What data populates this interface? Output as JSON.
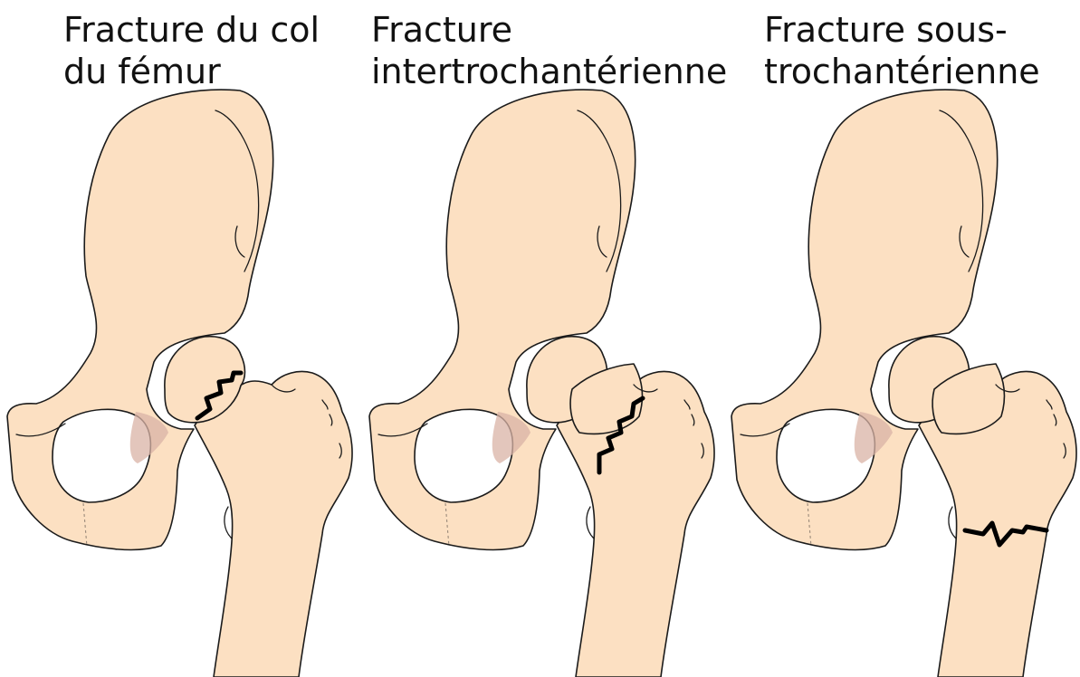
{
  "captions": [
    {
      "line1": "Fracture du col",
      "line2": "du fémur"
    },
    {
      "line1": "Fracture",
      "line2": "intertrochantérienne"
    },
    {
      "line1": "Fracture sous-",
      "line2": "trochantérienne"
    }
  ],
  "colors": {
    "bone_fill": "#fce0c2",
    "outline": "#1b1b1b",
    "shade": "#d9b3a6",
    "fracture": "#000000",
    "text": "#111111"
  }
}
